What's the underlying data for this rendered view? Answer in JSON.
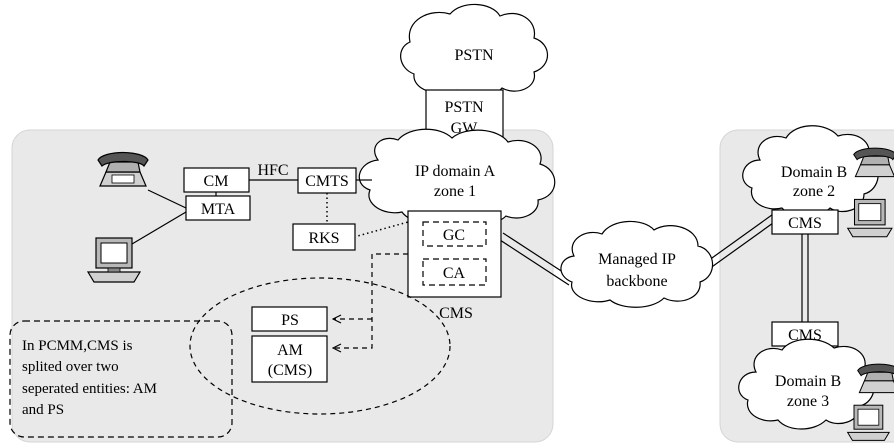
{
  "nodes": {
    "pstn": "PSTN",
    "pstn_gw_line1": "PSTN",
    "pstn_gw_line2": "GW",
    "ip_domain_a_line1": "IP domain A",
    "ip_domain_a_line2": "zone 1",
    "cm": "CM",
    "hfc": "HFC",
    "cmts": "CMTS",
    "mta": "MTA",
    "rks": "RKS",
    "gc": "GC",
    "ca": "CA",
    "cms_a": "CMS",
    "managed_ip_line1": "Managed IP",
    "managed_ip_line2": "backbone",
    "ps": "PS",
    "am_line1": "AM",
    "am_line2": "(CMS)",
    "domain_b2_line1": "Domain B",
    "domain_b2_line2": "zone 2",
    "cms_b2": "CMS",
    "cms_b3": "CMS",
    "domain_b3_line1": "Domain B",
    "domain_b3_line2": "zone 3"
  },
  "note": {
    "line1": "In PCMM,CMS is",
    "line2": "splited over two",
    "line3": "seperated entities: AM",
    "line4": "and PS"
  },
  "icons": [
    "telephone-icon",
    "computer-icon"
  ],
  "colors": {
    "region_fill": "#e9e9e9",
    "stroke": "#000000"
  }
}
